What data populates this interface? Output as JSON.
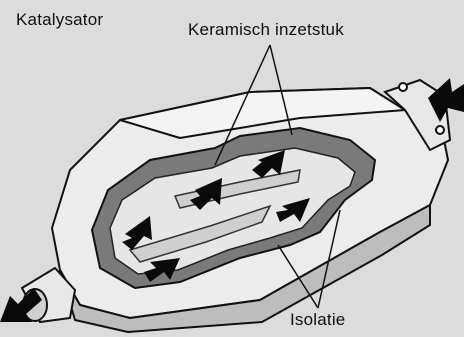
{
  "labels": {
    "title": "Katalysator",
    "ceramic_insert": "Keramisch inzetstuk",
    "insulation": "Isolatie"
  },
  "icons": {
    "exhaust_in_arrow": "arrow-in-icon",
    "exhaust_out_arrow": "arrow-out-icon",
    "flow_arrows": "flow-arrow-icon"
  },
  "colors": {
    "background": "#dcdcdc",
    "outline": "#111111",
    "casing_light": "#ededed",
    "casing_shadow": "#bdbdbd",
    "insulation": "#7a7a7a",
    "ceramic": "#e6e6e6",
    "arrow": "#0a0a0a"
  }
}
